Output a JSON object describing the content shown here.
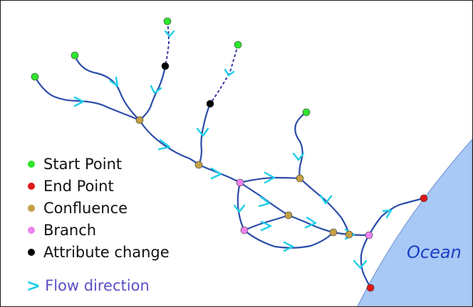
{
  "legend": {
    "start": {
      "label": "Start Point",
      "color": "#2ee62e"
    },
    "end": {
      "label": "End Point",
      "color": "#e01818"
    },
    "confluence": {
      "label": "Confluence",
      "color": "#c3a045"
    },
    "branch": {
      "label": "Branch",
      "color": "#ee82ee"
    },
    "attribute": {
      "label": "Attribute change",
      "color": "#000000"
    },
    "flow": {
      "label": "Flow direction",
      "color": "#1ecfe8"
    }
  },
  "ocean_label": "Ocean",
  "colors": {
    "river": "#2b4ca8",
    "ocean": "#a8c8f5",
    "arrow": "#1ecfe8",
    "dashed": "#3a3aa0"
  }
}
